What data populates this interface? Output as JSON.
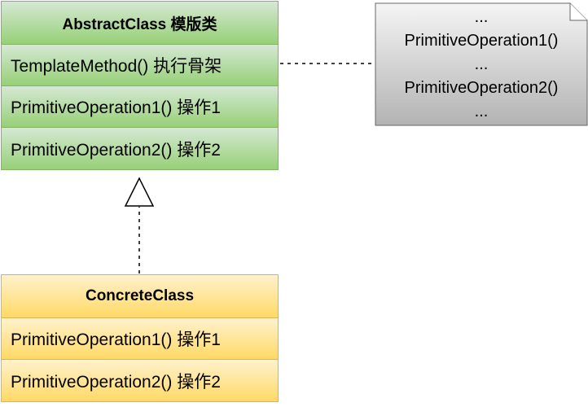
{
  "abstract_class": {
    "title": "AbstractClass 模版类",
    "methods": [
      "TemplateMethod() 执行骨架",
      "PrimitiveOperation1()  操作1",
      "PrimitiveOperation2()  操作2"
    ]
  },
  "concrete_class": {
    "title": "ConcreteClass",
    "methods": [
      "PrimitiveOperation1()  操作1",
      "PrimitiveOperation2()  操作2"
    ]
  },
  "note": {
    "lines": [
      "...",
      "PrimitiveOperation1()",
      "...",
      "PrimitiveOperation2()",
      "..."
    ]
  },
  "colors": {
    "abstract_fill_top": "#d5e8d4",
    "abstract_fill_bottom": "#97d077",
    "abstract_stroke": "#82b366",
    "concrete_fill_top": "#fff2cc",
    "concrete_fill_bottom": "#ffd966",
    "concrete_stroke": "#d6b656",
    "note_fill_top": "#f5f5f5",
    "note_fill_bottom": "#b3b3b3",
    "note_stroke": "#666666"
  }
}
